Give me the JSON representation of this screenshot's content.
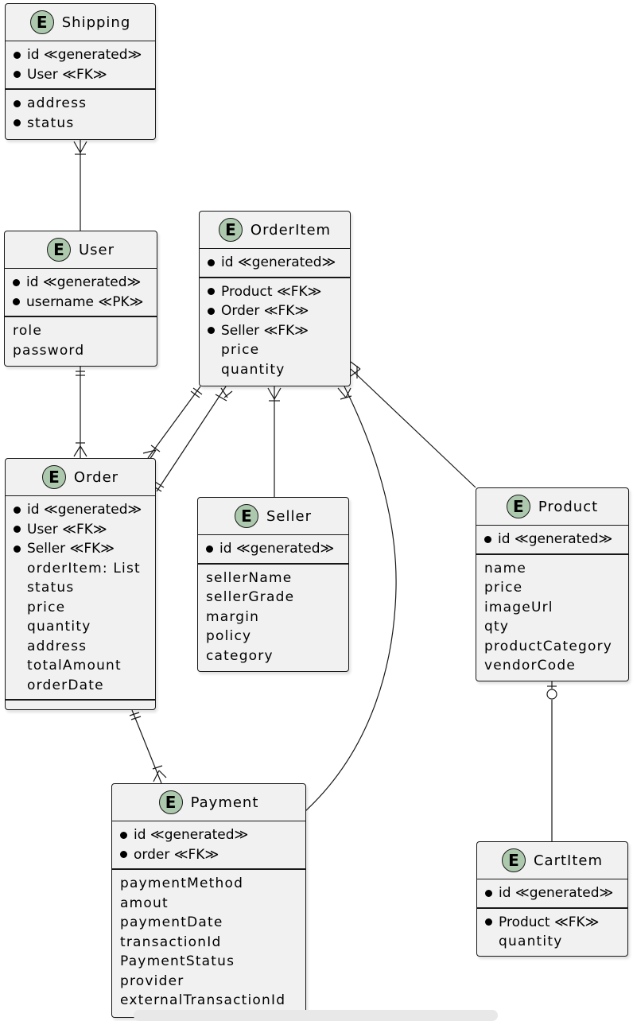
{
  "entities": {
    "shipping": {
      "name": "Shipping",
      "keys": [
        "id ≪generated≫",
        "User ≪FK≫"
      ],
      "attrs": [
        "address",
        "status"
      ]
    },
    "user": {
      "name": "User",
      "keys": [
        "id ≪generated≫",
        "username ≪PK≫"
      ],
      "attrs": [
        "role",
        "password"
      ]
    },
    "orderitem": {
      "name": "OrderItem",
      "keys": [
        "id ≪generated≫"
      ],
      "attrs": [
        "Product ≪FK≫",
        "Order ≪FK≫",
        "Seller ≪FK≫",
        "price",
        "quantity"
      ]
    },
    "order": {
      "name": "Order",
      "keys": [
        "id ≪generated≫",
        "User ≪FK≫",
        "Seller ≪FK≫",
        "orderItem: List",
        "status",
        "price",
        "quantity",
        "address",
        "totalAmount",
        "orderDate"
      ],
      "attrs": []
    },
    "seller": {
      "name": "Seller",
      "keys": [
        "id ≪generated≫"
      ],
      "attrs": [
        "sellerName",
        "sellerGrade",
        "margin",
        "policy",
        "category"
      ]
    },
    "product": {
      "name": "Product",
      "keys": [
        "id ≪generated≫"
      ],
      "attrs": [
        "name",
        "price",
        "imageUrl",
        "qty",
        "productCategory",
        "vendorCode"
      ]
    },
    "payment": {
      "name": "Payment",
      "keys": [
        "id ≪generated≫",
        "order ≪FK≫"
      ],
      "attrs": [
        "paymentMethod",
        "amout",
        "paymentDate",
        "transactionId",
        "PaymentStatus",
        "provider",
        "externalTransactionId"
      ]
    },
    "cartitem": {
      "name": "CartItem",
      "keys": [
        "id ≪generated≫"
      ],
      "attrs": [
        "Product ≪FK≫",
        "quantity"
      ]
    }
  },
  "entity_badge": "E",
  "colors": {
    "entity_bg": "#f1f1f1",
    "badge_bg": "#adc9ad",
    "line": "#181818"
  }
}
